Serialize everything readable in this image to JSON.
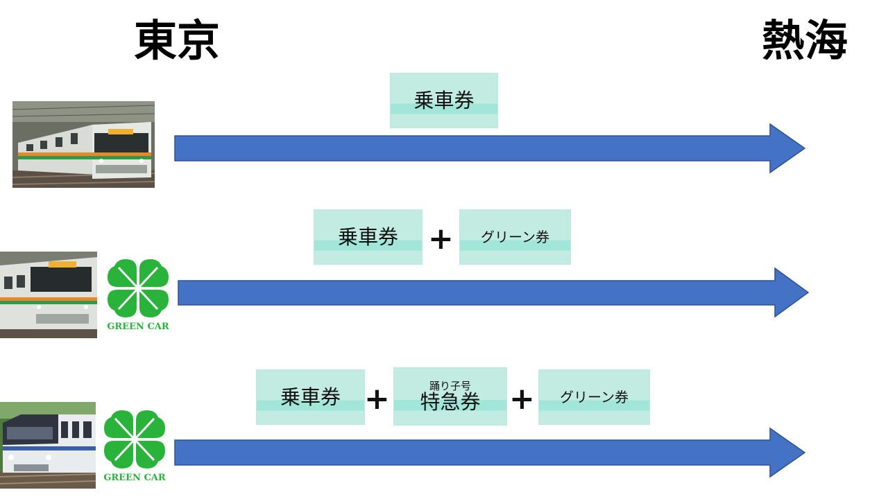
{
  "stations": {
    "origin": "東京",
    "destination": "熱海"
  },
  "colors": {
    "arrow_fill": "#4472c4",
    "arrow_stroke": "#2f528f",
    "ticket_fill": "#c2ebe2",
    "ticket_band": "#a2e6d9",
    "green_car": "#2ab33a"
  },
  "rows": [
    {
      "train": "local-train-photo",
      "green_car": false,
      "tickets": [
        {
          "label": "乗車券"
        }
      ]
    },
    {
      "train": "local-train-photo",
      "green_car": true,
      "green_car_label": "GREEN CAR",
      "tickets": [
        {
          "label": "乗車券"
        },
        {
          "label": "グリーン券"
        }
      ],
      "operators": [
        "+"
      ]
    },
    {
      "train": "odoriko-limited-express-photo",
      "green_car": true,
      "green_car_label": "GREEN CAR",
      "tickets": [
        {
          "label": "乗車券"
        },
        {
          "sublabel": "踊り子号",
          "label": "特急券"
        },
        {
          "label": "グリーン券"
        }
      ],
      "operators": [
        "+",
        "+"
      ]
    }
  ]
}
